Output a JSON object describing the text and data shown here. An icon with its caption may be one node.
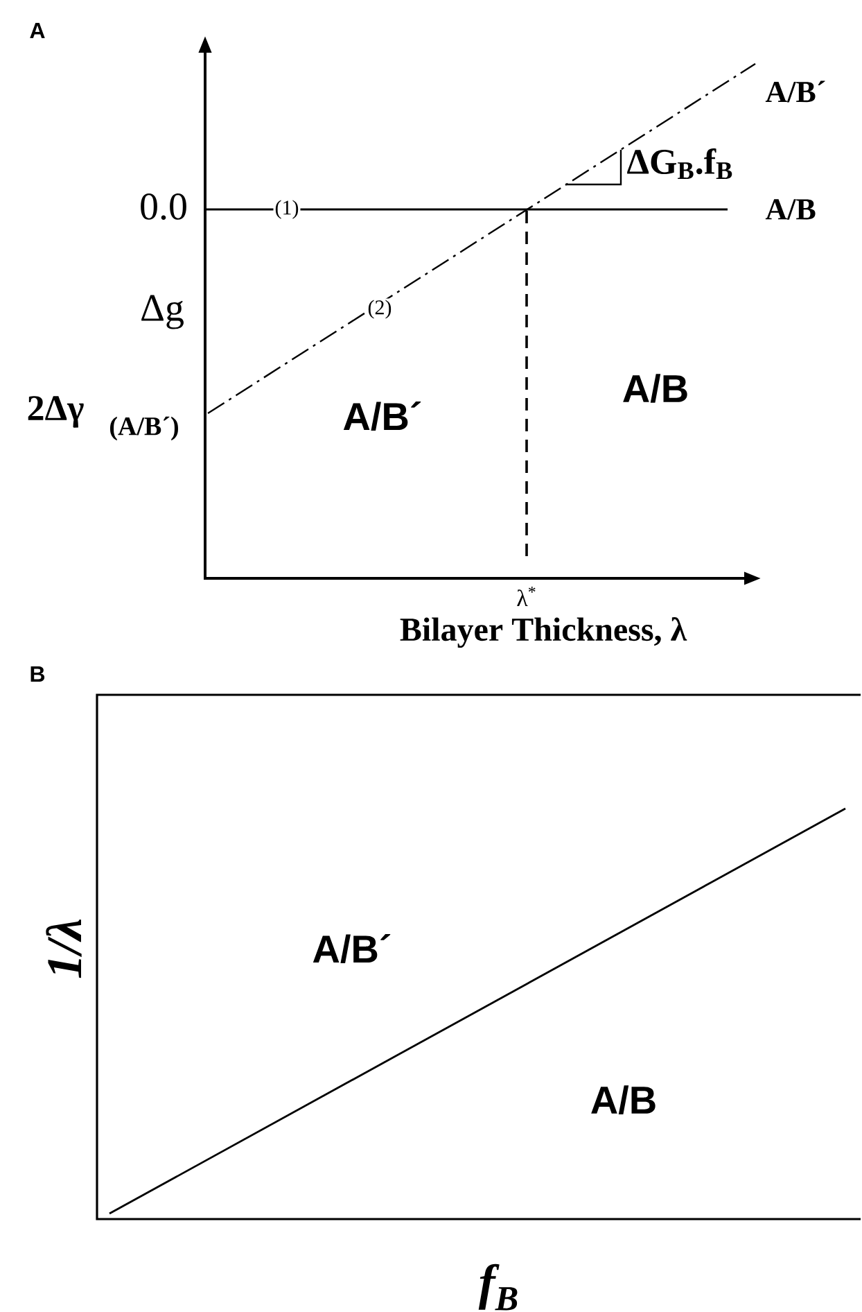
{
  "diagram": {
    "labels": [
      "A",
      "A/B´",
      "ΔG$_{B}$.f$_{B}$",
      "0.0",
      "(1)",
      "A/B",
      "Δg",
      "(2)",
      "2Δγ",
      "(A/B´)",
      "A/B´",
      "A/B",
      "λ$^{*}$",
      "Bilayer Thickness, λ",
      "B",
      "1/λ",
      "A/B´",
      "A/B",
      "f$_{B}$"
    ]
  }
}
